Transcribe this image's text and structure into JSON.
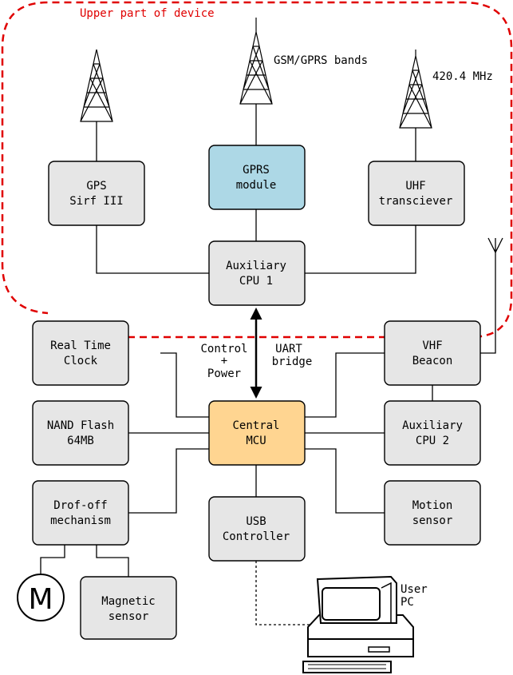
{
  "region_label": "Upper part of device",
  "antenna_labels": {
    "gsm": "GSM/GPRS bands",
    "uhf": "420.4 MHz"
  },
  "blocks": {
    "gps": [
      "GPS",
      "Sirf III"
    ],
    "gprs": [
      "GPRS",
      "module"
    ],
    "uhf": [
      "UHF",
      "transciever"
    ],
    "aux_cpu1": [
      "Auxiliary",
      "CPU 1"
    ],
    "rtc": [
      "Real Time",
      "Clock"
    ],
    "nand": [
      "NAND Flash",
      "64MB"
    ],
    "dropoff": [
      "Drof-off",
      "mechanism"
    ],
    "magnetic": [
      "Magnetic",
      "sensor"
    ],
    "central": [
      "Central",
      "MCU"
    ],
    "usb": [
      "USB",
      "Controller"
    ],
    "vhf": [
      "VHF",
      "Beacon"
    ],
    "aux_cpu2": [
      "Auxiliary",
      "CPU 2"
    ],
    "motion": [
      "Motion",
      "sensor"
    ]
  },
  "link_labels": {
    "control": [
      "Control",
      "+",
      "Power"
    ],
    "uart": [
      "UART",
      "bridge"
    ]
  },
  "motor_letter": "M",
  "pc_label": [
    "User",
    "PC"
  ],
  "colors": {
    "block_fill": "#e6e6e6",
    "gprs_fill": "#add8e6",
    "central_fill": "#ffd591",
    "boundary": "#e00000"
  }
}
